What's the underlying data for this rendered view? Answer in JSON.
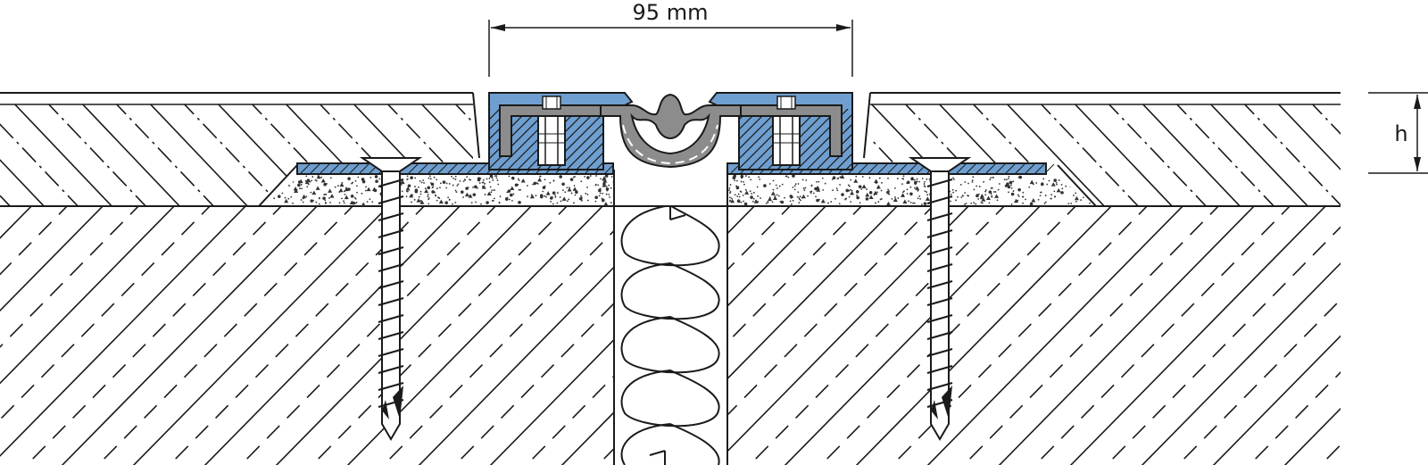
{
  "dimensions": {
    "width_label": "95 mm",
    "height_label": "h"
  },
  "colors": {
    "line": "#1a1a1a",
    "metal_blue": "#6f9fd0",
    "profile_gray": "#8c8c8c",
    "mortar_dot": "#333333",
    "background": "#ffffff"
  },
  "parts": [
    "screed-layer",
    "concrete-slab",
    "mortar-bed",
    "base-plate-left",
    "base-plate-right",
    "aluminium-profile-left",
    "aluminium-profile-right",
    "elastomer-insert",
    "anchor-screw-left",
    "anchor-screw-right",
    "joint-filler"
  ]
}
